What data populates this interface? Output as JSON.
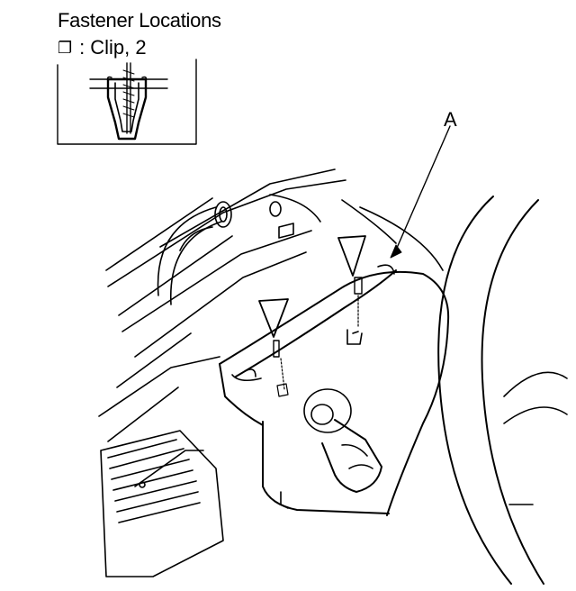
{
  "header": {
    "title": "Fastener Locations"
  },
  "legend": {
    "symbol": "❐",
    "symbol_name": "clip-symbol-icon",
    "separator": ":",
    "label": "Clip, 2"
  },
  "callouts": {
    "a": "A"
  },
  "colors": {
    "line": "#000000",
    "background": "#ffffff"
  }
}
